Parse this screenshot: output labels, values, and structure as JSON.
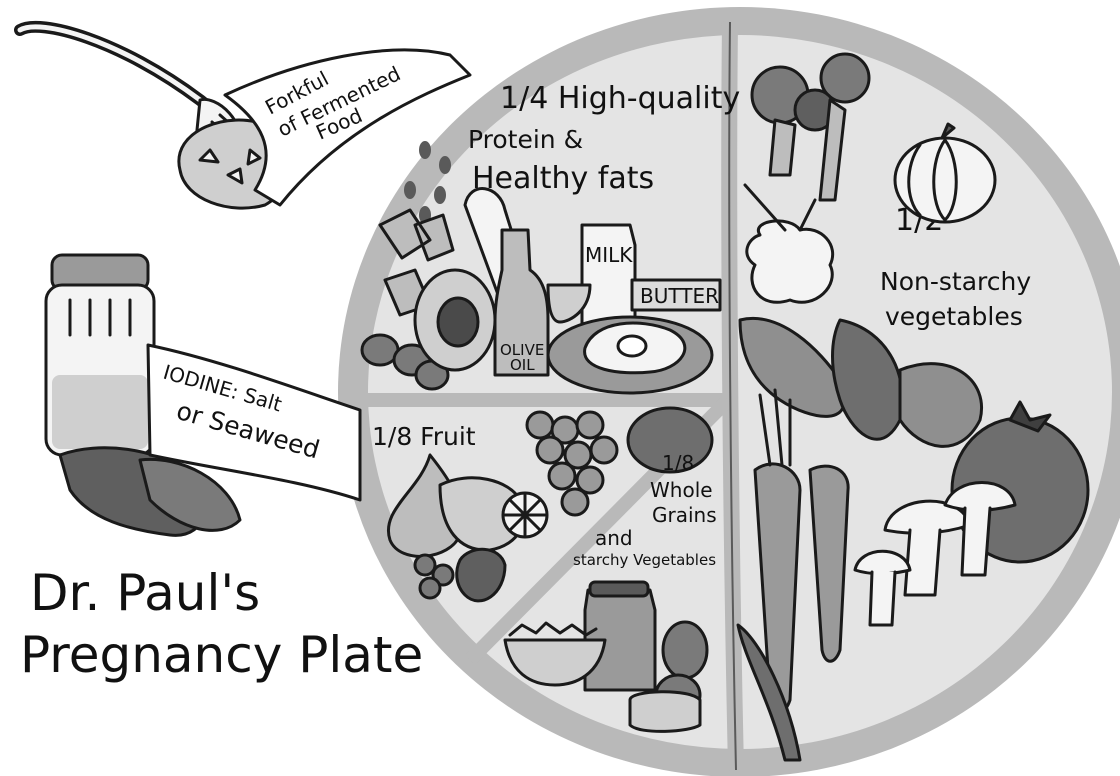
{
  "title": {
    "line1": "Dr. Paul's",
    "line2": "Pregnancy Plate"
  },
  "fermented": {
    "line1": "Forkful",
    "line2": "of Fermented",
    "line3": "Food"
  },
  "iodine": {
    "line1": "IODINE: Salt",
    "line2": "or Seaweed"
  },
  "sections": {
    "protein": {
      "line1": "1/4 High-quality",
      "line2": "Protein &",
      "line3": "Healthy fats",
      "milk_label": "MILK",
      "butter_label": "BUTTER",
      "oil_label_1": "OLIVE",
      "oil_label_2": "OIL"
    },
    "vegetables": {
      "line1": "1/2",
      "line2": "Non-starchy",
      "line3": "vegetables"
    },
    "fruit": {
      "line1": "1/8 Fruit"
    },
    "grains": {
      "line1": "1/8",
      "line2": "Whole",
      "line3": "Grains",
      "line4": "and",
      "line5": "starchy Vegetables"
    }
  },
  "colors": {
    "plate_rim": "#b9b9b9",
    "plate_face": "#e4e4e4",
    "ink": "#1a1a1a",
    "leaf_dark": "#6e6e6e",
    "leaf_mid": "#8f8f8f",
    "light": "#f4f4f4"
  }
}
